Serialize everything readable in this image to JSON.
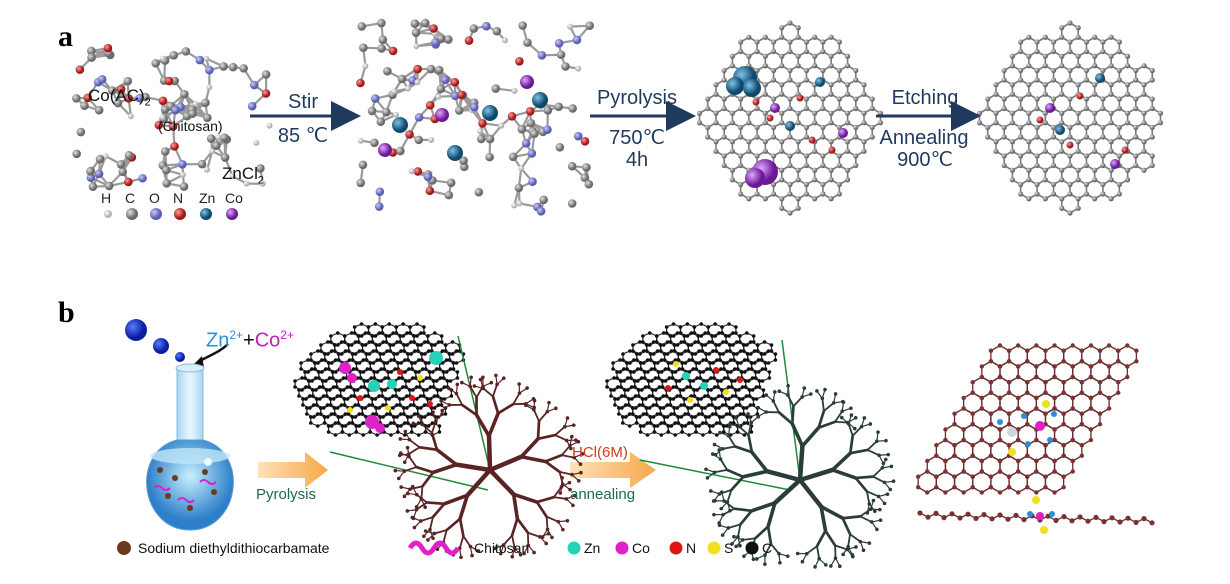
{
  "panel_a": {
    "label": "a",
    "reagent_co": "Co(AC)",
    "reagent_co_sub": "2",
    "reagent_chitosan": "(Chitosan)",
    "reagent_zn": "ZnCl",
    "reagent_zn_sub": "2",
    "step1": {
      "line1": "Stir",
      "line2": "85 ℃"
    },
    "step2": {
      "line1": "Pyrolysis",
      "line2": "750℃",
      "line3": "4h"
    },
    "step3": {
      "line1": "Etching",
      "line2": "Annealing",
      "line3": "900℃"
    },
    "legend": [
      {
        "symbol": "H",
        "color": "#e8e8e8"
      },
      {
        "symbol": "C",
        "color": "#8a8a8a"
      },
      {
        "symbol": "O",
        "color": "#8c8fd6"
      },
      {
        "symbol": "N",
        "color": "#d93a3a"
      },
      {
        "symbol": "Zn",
        "color": "#1f6f9a"
      },
      {
        "symbol": "Co",
        "color": "#9b3cc4"
      }
    ]
  },
  "panel_b": {
    "label": "b",
    "ions_zn": "Zn",
    "ions_zn_sup": "2+",
    "ions_plus": "+",
    "ions_co": "Co",
    "ions_co_sup": "2+",
    "step1": "Pyrolysis",
    "step2_top": "HCl(6M)",
    "step2_bottom": "annealing",
    "legend_sodium": "Sodium diethyldithiocarbamate",
    "legend_chitosan": "Chitosan",
    "legend_atoms": [
      {
        "symbol": "Zn",
        "color": "#22d3b5"
      },
      {
        "symbol": "Co",
        "color": "#e020c8"
      },
      {
        "symbol": "N",
        "color": "#e01515"
      },
      {
        "symbol": "S",
        "color": "#f0e020"
      },
      {
        "symbol": "C",
        "color": "#111111"
      }
    ]
  }
}
